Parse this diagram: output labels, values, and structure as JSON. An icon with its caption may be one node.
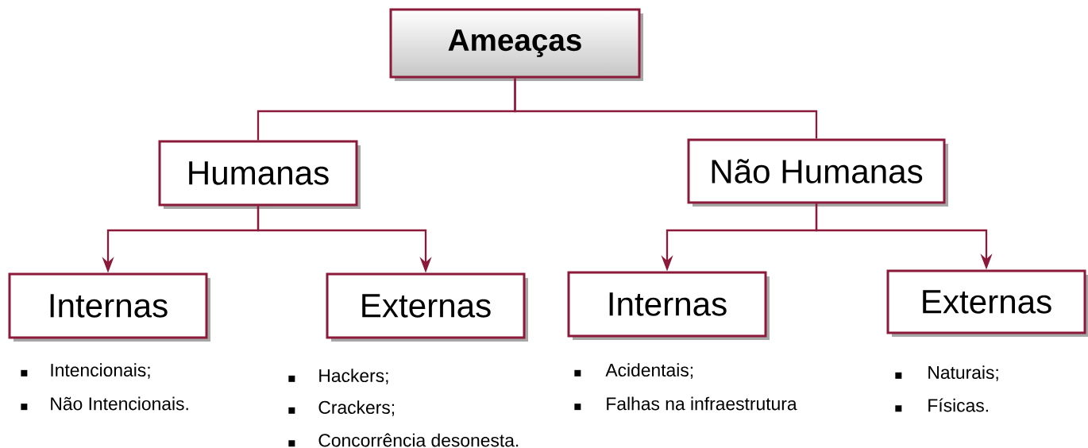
{
  "diagram": {
    "nodes": [
      {
        "text": [
          "Ameaças"
        ]
      },
      {
        "text": [
          "Humanas"
        ]
      },
      {
        "text": [
          "Não Humanas"
        ]
      },
      {
        "text": [
          "Internas"
        ],
        "beside": [
          "Intencionais;",
          "Não Intencionais."
        ]
      },
      {
        "text": [
          "Externas"
        ],
        "beside": [
          "Hackers;",
          "Crackers;",
          "Concorrência desonesta."
        ]
      },
      {
        "text": [
          "Internas"
        ],
        "beside": [
          "Acidentais;",
          "Falhas na infraestrutura"
        ]
      },
      {
        "text": [
          "Externas"
        ],
        "beside": [
          "Naturais;",
          "Físicas."
        ]
      }
    ],
    "edges": [
      {
        "from": 0,
        "to": 1,
        "arrow": "none"
      },
      {
        "from": 0,
        "to": 2,
        "arrow": "none"
      },
      {
        "from": 1,
        "to": 3,
        "arrow": "to"
      },
      {
        "from": 1,
        "to": 4,
        "arrow": "to"
      },
      {
        "from": 2,
        "to": 5,
        "arrow": "to"
      },
      {
        "from": 2,
        "to": 6,
        "arrow": "to"
      }
    ]
  }
}
